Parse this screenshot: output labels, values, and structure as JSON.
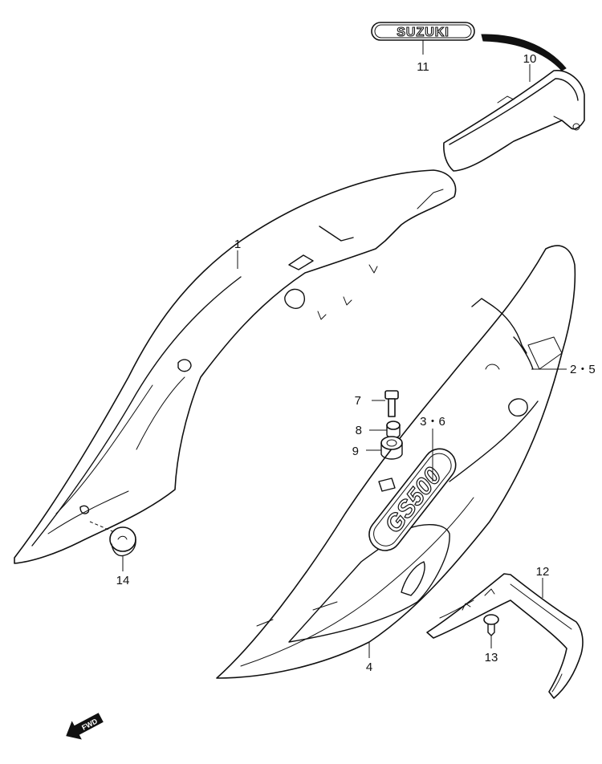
{
  "brand_emblem_text": "SUZUKI",
  "model_emblem_text": "GS500",
  "fwd_label": "FWD",
  "callouts": [
    {
      "id": "c1",
      "label": "1"
    },
    {
      "id": "c25",
      "label": "2・5"
    },
    {
      "id": "c36",
      "label": "3・6"
    },
    {
      "id": "c4",
      "label": "4"
    },
    {
      "id": "c7",
      "label": "7"
    },
    {
      "id": "c8",
      "label": "8"
    },
    {
      "id": "c9",
      "label": "9"
    },
    {
      "id": "c10",
      "label": "10"
    },
    {
      "id": "c11",
      "label": "11"
    },
    {
      "id": "c12",
      "label": "12"
    },
    {
      "id": "c13",
      "label": "13"
    },
    {
      "id": "c14",
      "label": "14"
    }
  ]
}
